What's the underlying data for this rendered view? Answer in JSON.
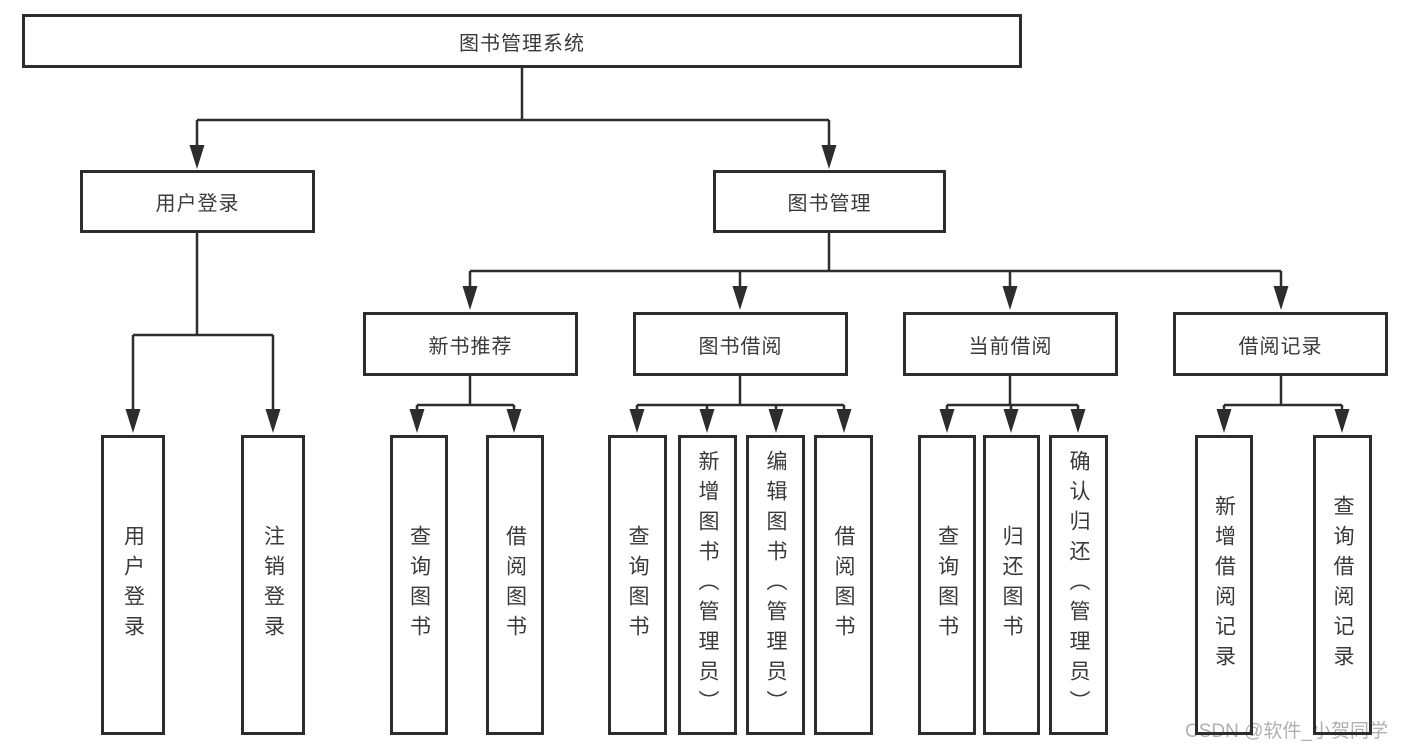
{
  "diagram": {
    "line_color": "#2d2d2d",
    "text_color": "#3a3a3a",
    "background_color": "#ffffff",
    "root": {
      "label": "图书管理系统"
    },
    "branches": [
      {
        "label": "用户登录",
        "children": [
          {
            "label": "用户登录"
          },
          {
            "label": "注销登录"
          }
        ]
      },
      {
        "label": "图书管理",
        "sections": [
          {
            "label": "新书推荐",
            "children": [
              {
                "label": "查询图书"
              },
              {
                "label": "借阅图书"
              }
            ]
          },
          {
            "label": "图书借阅",
            "children": [
              {
                "label": "查询图书"
              },
              {
                "label": "新增图书（管理员）"
              },
              {
                "label": "编辑图书（管理员）"
              },
              {
                "label": "借阅图书"
              }
            ]
          },
          {
            "label": "当前借阅",
            "children": [
              {
                "label": "查询图书"
              },
              {
                "label": "归还图书"
              },
              {
                "label": "确认归还（管理员）"
              }
            ]
          },
          {
            "label": "借阅记录",
            "children": [
              {
                "label": "新增借阅记录"
              },
              {
                "label": "查询借阅记录"
              }
            ]
          }
        ]
      }
    ]
  },
  "watermark": {
    "text": "CSDN @软件_小贺同学",
    "color": "#b0b0b0"
  }
}
